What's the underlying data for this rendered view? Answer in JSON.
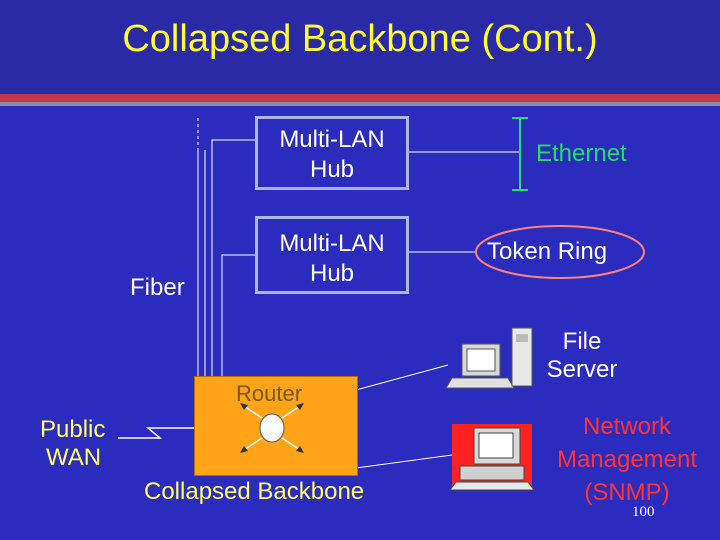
{
  "title": "Collapsed Backbone (Cont.)",
  "hub1": {
    "line1": "Multi-LAN",
    "line2": "Hub"
  },
  "hub2": {
    "line1": "Multi-LAN",
    "line2": "Hub"
  },
  "fiber_label": "Fiber",
  "ethernet_label": "Ethernet",
  "token_ring_label": "Token Ring",
  "file_server": {
    "line1": "File",
    "line2": "Server"
  },
  "router_label": "Router",
  "backbone_label": "Collapsed Backbone",
  "public_wan": {
    "line1": "Public",
    "line2": "WAN"
  },
  "network_mgmt": {
    "line1": "Network",
    "line2": "Management",
    "line3": "(SNMP)"
  },
  "page_number": "100",
  "colors": {
    "background": "#2b2bbd",
    "title": "#ffff33",
    "router": "#ffa319",
    "ethernet": "#22dd66",
    "token_ring": "#ff8080",
    "snmp_text": "#ff3333"
  }
}
